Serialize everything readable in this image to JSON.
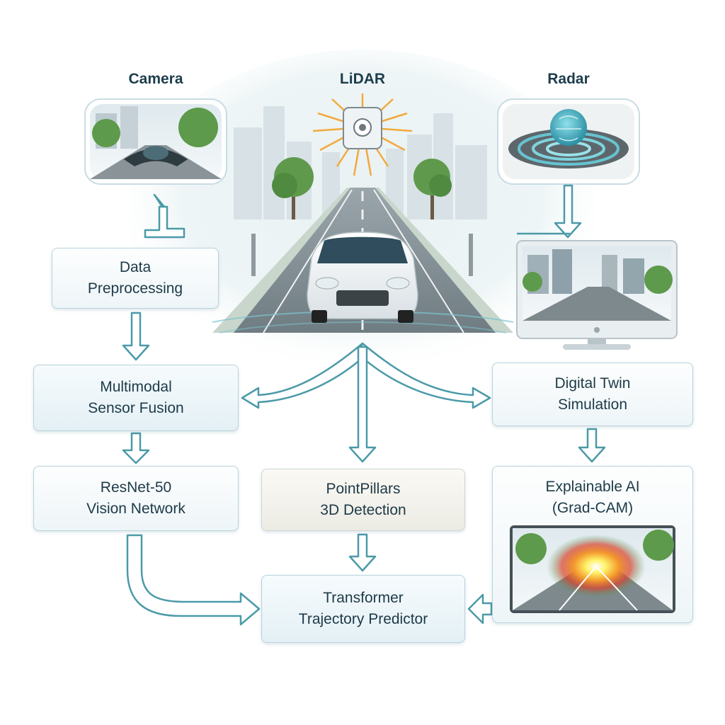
{
  "colors": {
    "arrow": "#4b9aa8",
    "arrow_fill": "#ffffff",
    "box_border": "#b9d3de",
    "text": "#1d3a48",
    "lidar_rays": "#f2a93b"
  },
  "sensors": {
    "camera": {
      "label": "Camera",
      "icon": "camera-view-icon"
    },
    "lidar": {
      "label": "LiDAR",
      "icon": "lidar-sensor-icon"
    },
    "radar": {
      "label": "Radar",
      "icon": "radar-waves-icon"
    }
  },
  "nodes": {
    "data_preprocessing": [
      "Data",
      "Preprocessing"
    ],
    "sensor_fusion": [
      "Multimodal",
      "Sensor Fusion"
    ],
    "digital_twin": [
      "Digital Twin",
      "Simulation"
    ],
    "resnet": [
      "ResNet-50",
      "Vision Network"
    ],
    "pointpillars": [
      "PointPillars",
      "3D Detection"
    ],
    "explainable_ai": [
      "Explainable AI",
      "(Grad-CAM)"
    ],
    "transformer": [
      "Transformer",
      "Trajectory Predictor"
    ]
  },
  "illustrations": {
    "road_scene": "autonomous-car-road-icon",
    "digital_twin_monitor": "monitor-icon",
    "gradcam_heatmap": "heatmap-icon"
  }
}
